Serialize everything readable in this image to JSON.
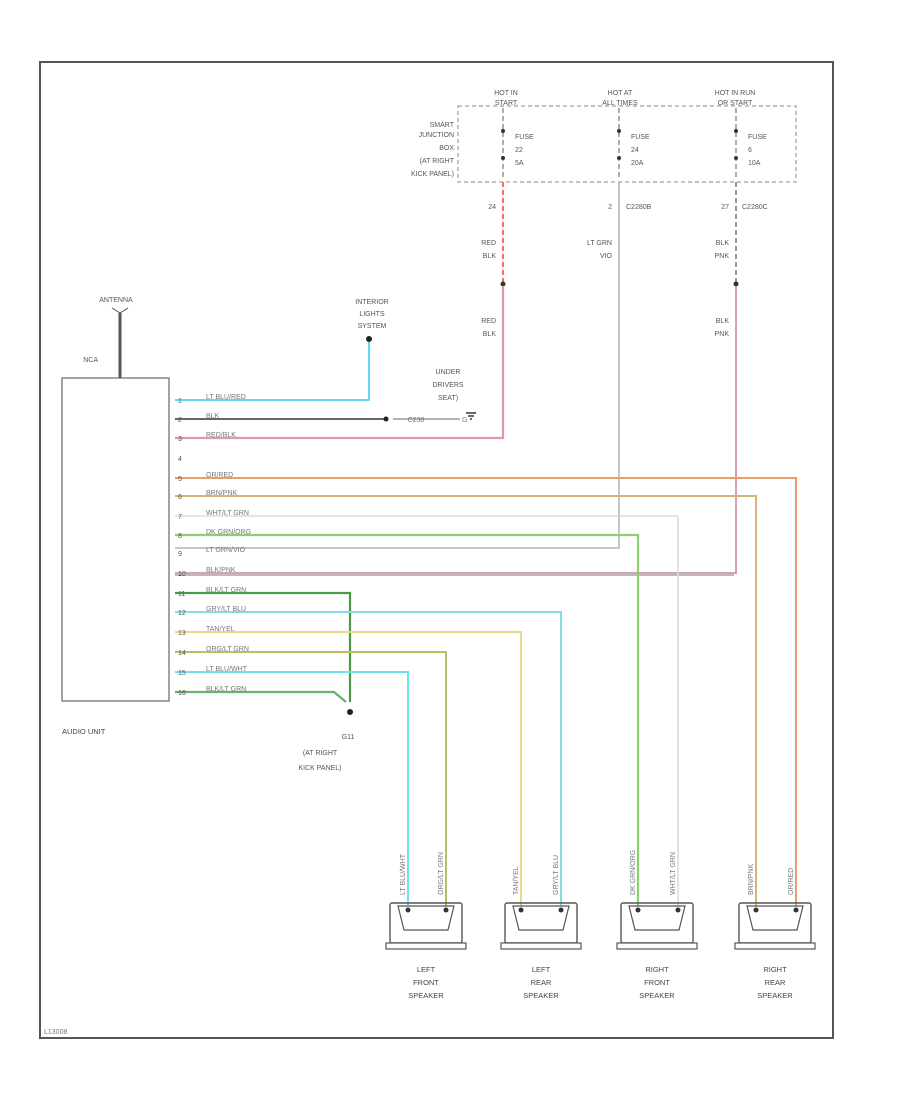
{
  "diagram_code": "L13008",
  "top_labels": {
    "hot_in_start": [
      "HOT IN",
      "START"
    ],
    "hot_at_all": [
      "HOT AT",
      "ALL TIMES"
    ],
    "hot_in_run": [
      "HOT IN RUN",
      "OR START"
    ]
  },
  "smart_junction": [
    "SMART",
    "JUNCTION",
    "BOX",
    "(AT RIGHT",
    "KICK PANEL)"
  ],
  "fuses": [
    {
      "label": "FUSE",
      "num": "22",
      "amps": "5A"
    },
    {
      "label": "FUSE",
      "num": "24",
      "amps": "20A"
    },
    {
      "label": "FUSE",
      "num": "6",
      "amps": "10A"
    }
  ],
  "connectors": {
    "c1": "24",
    "c2": "2",
    "c2_id": "C2280B",
    "c3": "27",
    "c3_id": "C2280C"
  },
  "wire_colors": {
    "red_blk": [
      "RED",
      "BLK"
    ],
    "lt_grn_vio": [
      "LT GRN",
      "VIO"
    ],
    "blk_pnk": [
      "BLK",
      "PNK"
    ]
  },
  "antenna": {
    "label": "ANTENNA",
    "nca": "NCA"
  },
  "interior_lights": [
    "INTERIOR",
    "LIGHTS",
    "SYSTEM"
  ],
  "under_seat": [
    "UNDER",
    "DRIVERS",
    "SEAT)"
  ],
  "ground_g": "G",
  "c_ground": "C238",
  "audio_unit": "AUDIO UNIT",
  "g_bottom": [
    "G11",
    "(AT RIGHT",
    "KICK PANEL)"
  ],
  "pins": [
    {
      "num": "1",
      "wire": "LT BLU/RED",
      "color": "#5fd0e8"
    },
    {
      "num": "2",
      "wire": "BLK",
      "color": "#777777"
    },
    {
      "num": "3",
      "wire": "RED/BLK",
      "color": "#c98fa0"
    },
    {
      "num": "4",
      "wire": "",
      "color": ""
    },
    {
      "num": "5",
      "wire": "OR/RED",
      "color": "#f09a6a"
    },
    {
      "num": "6",
      "wire": "BRN/PNK",
      "color": "#d9b47a"
    },
    {
      "num": "7",
      "wire": "WHT/LT GRN",
      "color": "#d8d8d8"
    },
    {
      "num": "8",
      "wire": "DK GRN/ORG",
      "color": "#8cd070"
    },
    {
      "num": "9",
      "wire": "LT GRN/VIO",
      "color": "#a8a8a8"
    },
    {
      "num": "10",
      "wire": "BLK/PNK",
      "color": "#888888"
    },
    {
      "num": "11",
      "wire": "BLK/LT GRN",
      "color": "#4a9a4a"
    },
    {
      "num": "12",
      "wire": "GRY/LT BLU",
      "color": "#80dde0"
    },
    {
      "num": "13",
      "wire": "TAN/YEL",
      "color": "#e8d88a"
    },
    {
      "num": "14",
      "wire": "ORG/LT GRN",
      "color": "#b8c060"
    },
    {
      "num": "15",
      "wire": "LT BLU/WHT",
      "color": "#70e0f0"
    },
    {
      "num": "16",
      "wire": "BLK/LT GRN",
      "color": "#6ab070"
    }
  ],
  "speakers": [
    {
      "name": [
        "LEFT",
        "FRONT",
        "SPEAKER"
      ],
      "wires": [
        "LT BLU/WHT",
        "ORG/LT GRN"
      ]
    },
    {
      "name": [
        "LEFT",
        "REAR",
        "SPEAKER"
      ],
      "wires": [
        "TAN/YEL",
        "GRY/LT BLU"
      ]
    },
    {
      "name": [
        "RIGHT",
        "FRONT",
        "SPEAKER"
      ],
      "wires": [
        "DK GRN/ORG",
        "WHT/LT GRN"
      ]
    },
    {
      "name": [
        "RIGHT",
        "REAR",
        "SPEAKER"
      ],
      "wires": [
        "BRN/PNK",
        "OR/RED"
      ]
    }
  ]
}
